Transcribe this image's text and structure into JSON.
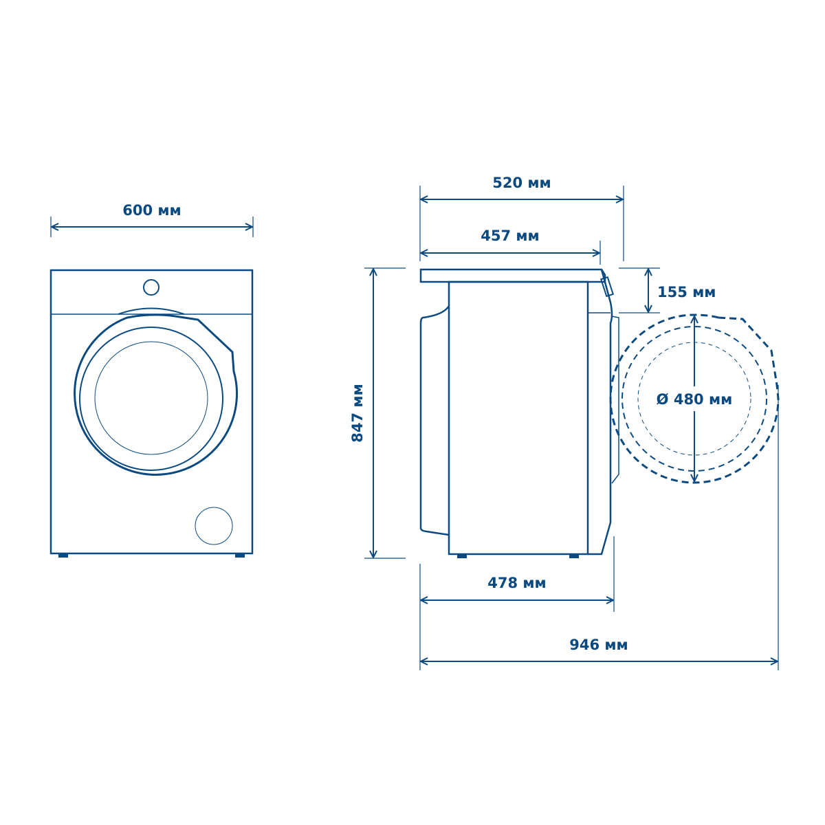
{
  "colors": {
    "line": "#0b4a80",
    "background": "#ffffff"
  },
  "front_view": {
    "width_label": "600 мм"
  },
  "side_view": {
    "depth_total_label": "520 мм",
    "depth_top_label": "457 мм",
    "panel_height_label": "155 мм",
    "height_label": "847 мм",
    "depth_body_label": "478 мм",
    "depth_door_open_label": "946 мм",
    "door_diameter_label": "Ø 480 мм"
  }
}
